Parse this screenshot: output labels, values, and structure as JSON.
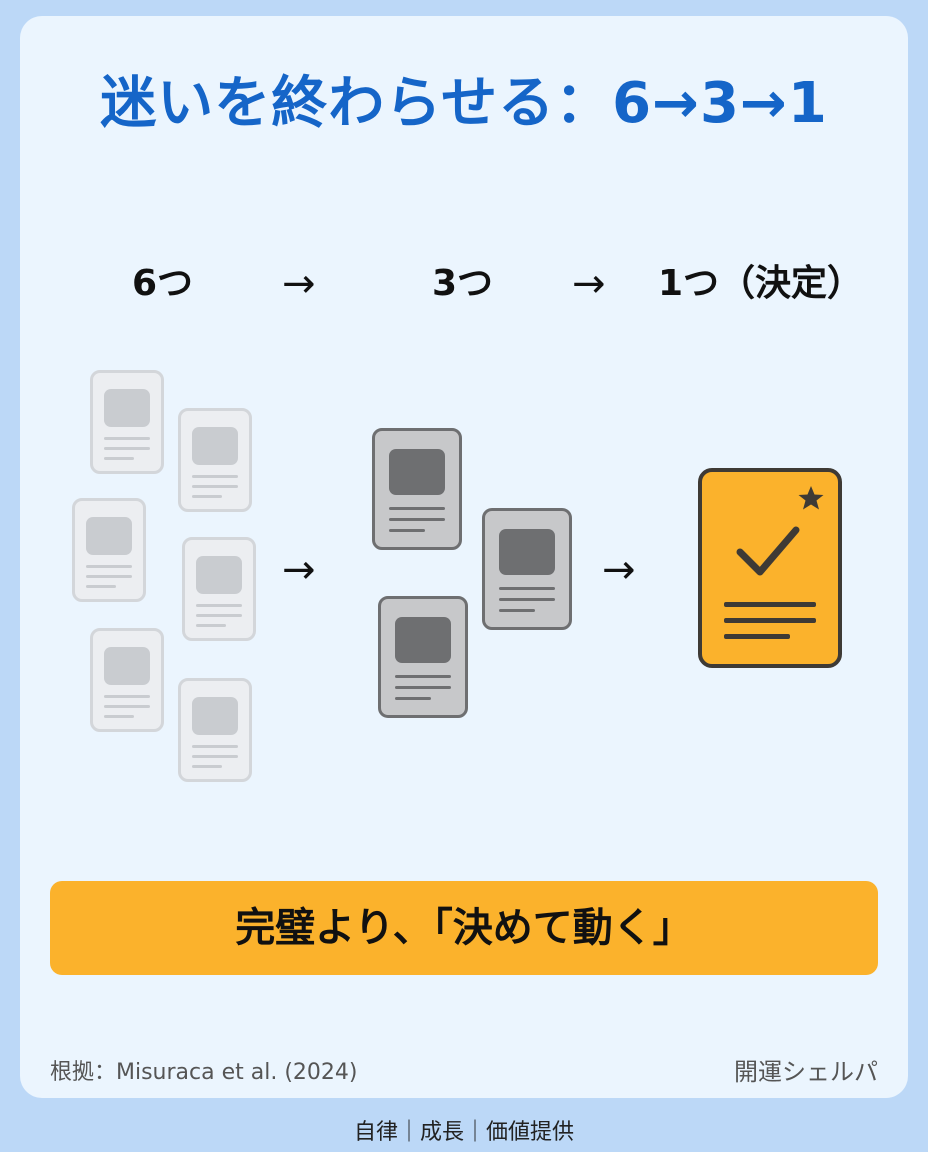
{
  "title": "迷いを終わらせる：6→3→1",
  "stages": {
    "stage1": "6つ",
    "stage2": "3つ",
    "stage3": "1つ（決定）",
    "arrow": "→"
  },
  "banner": "完璧より、「決めて動く」",
  "source": "根拠：Misuraca et al. (2024)",
  "brand": "開運シェルパ",
  "footer": "自律｜成長｜価値提供",
  "icons": {
    "faded_document": "document-icon",
    "highlighted_document": "document-icon",
    "chosen_document": "checked-document-icon",
    "star": "star-icon",
    "check": "checkmark-icon"
  },
  "colors": {
    "background": "#bcd8f7",
    "card": "#ebf5fe",
    "title": "#1565c8",
    "accent": "#fbb22c",
    "mid_gray": "#6e6f71",
    "faded_gray": "#d3d6da"
  }
}
